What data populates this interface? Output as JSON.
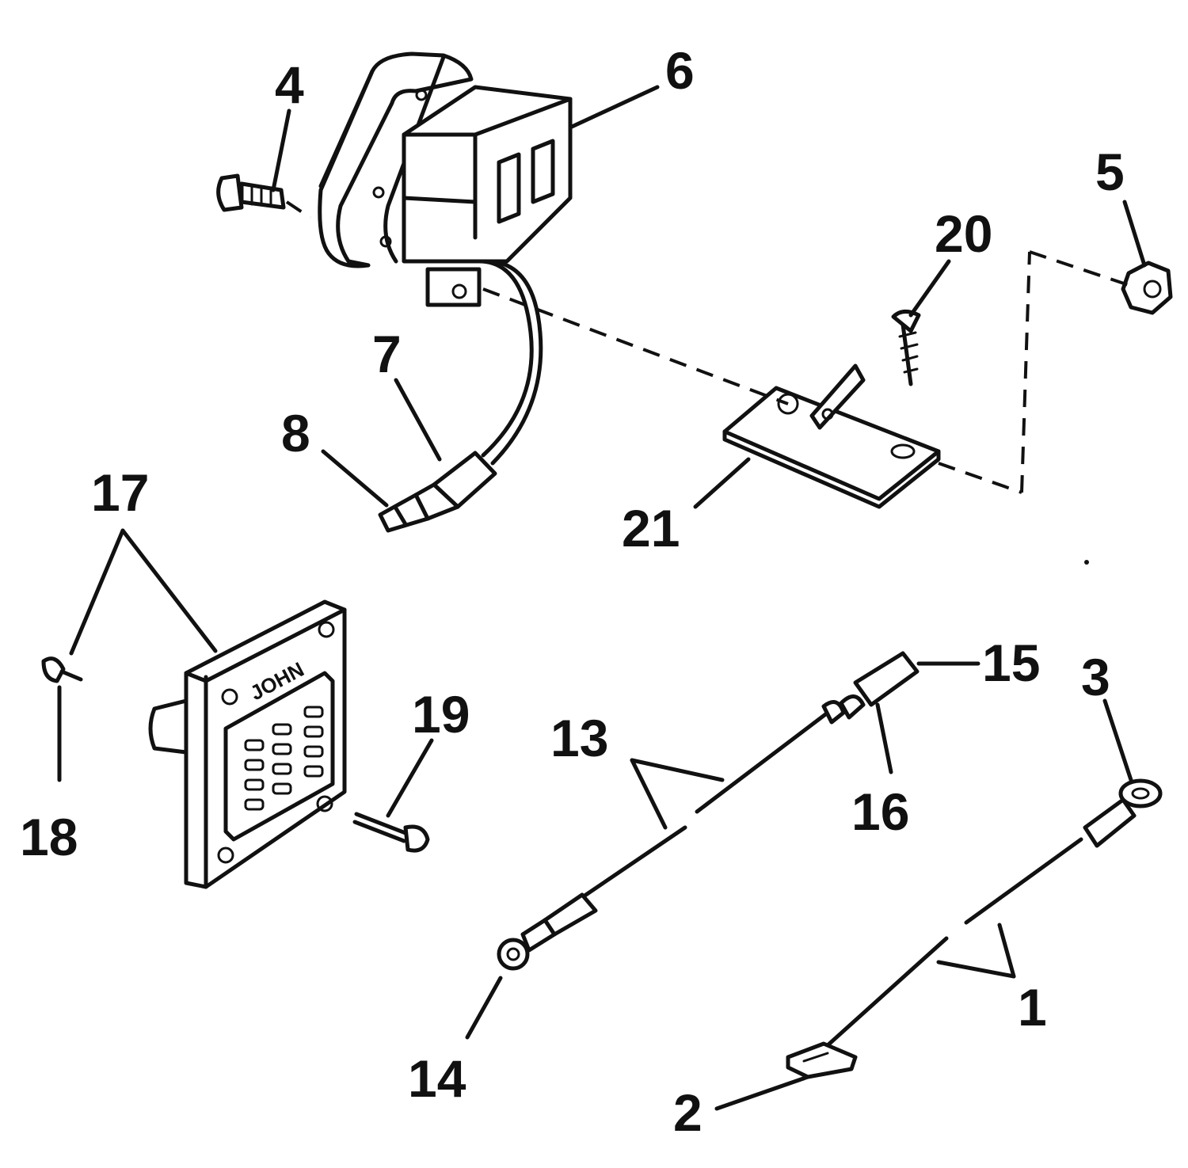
{
  "diagram": {
    "callouts": {
      "c1": "1",
      "c2": "2",
      "c3": "3",
      "c4": "4",
      "c5": "5",
      "c6": "6",
      "c7": "7",
      "c8": "8",
      "c13": "13",
      "c14": "14",
      "c15": "15",
      "c16": "16",
      "c17": "17",
      "c18": "18",
      "c19": "19",
      "c20": "20",
      "c21": "21"
    },
    "faceplate_brand": "JOHN"
  }
}
